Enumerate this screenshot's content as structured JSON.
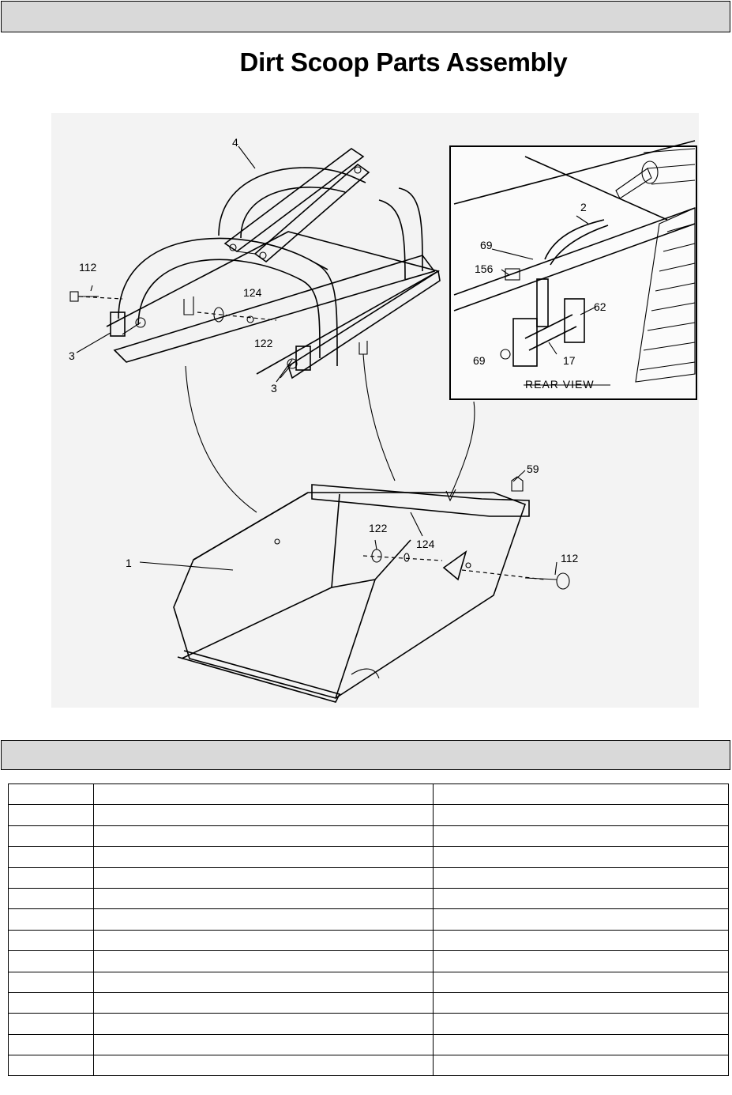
{
  "header_band": "",
  "title": "Dirt Scoop Parts Assembly",
  "diagram": {
    "callouts": [
      "4",
      "112",
      "124",
      "122",
      "3",
      "3",
      "1",
      "122",
      "124",
      "59",
      "112",
      "2",
      "69",
      "156",
      "62",
      "17",
      "69"
    ],
    "inset_caption": "REAR VIEW"
  },
  "parts_table": {
    "rows": [
      [
        "",
        "",
        ""
      ],
      [
        "",
        "",
        ""
      ],
      [
        "",
        "",
        ""
      ],
      [
        "",
        "",
        ""
      ],
      [
        "",
        "",
        ""
      ],
      [
        "",
        "",
        ""
      ],
      [
        "",
        "",
        ""
      ],
      [
        "",
        "",
        ""
      ],
      [
        "",
        "",
        ""
      ],
      [
        "",
        "",
        ""
      ],
      [
        "",
        "",
        ""
      ],
      [
        "",
        "",
        ""
      ],
      [
        "",
        "",
        ""
      ],
      [
        "",
        "",
        ""
      ]
    ]
  }
}
